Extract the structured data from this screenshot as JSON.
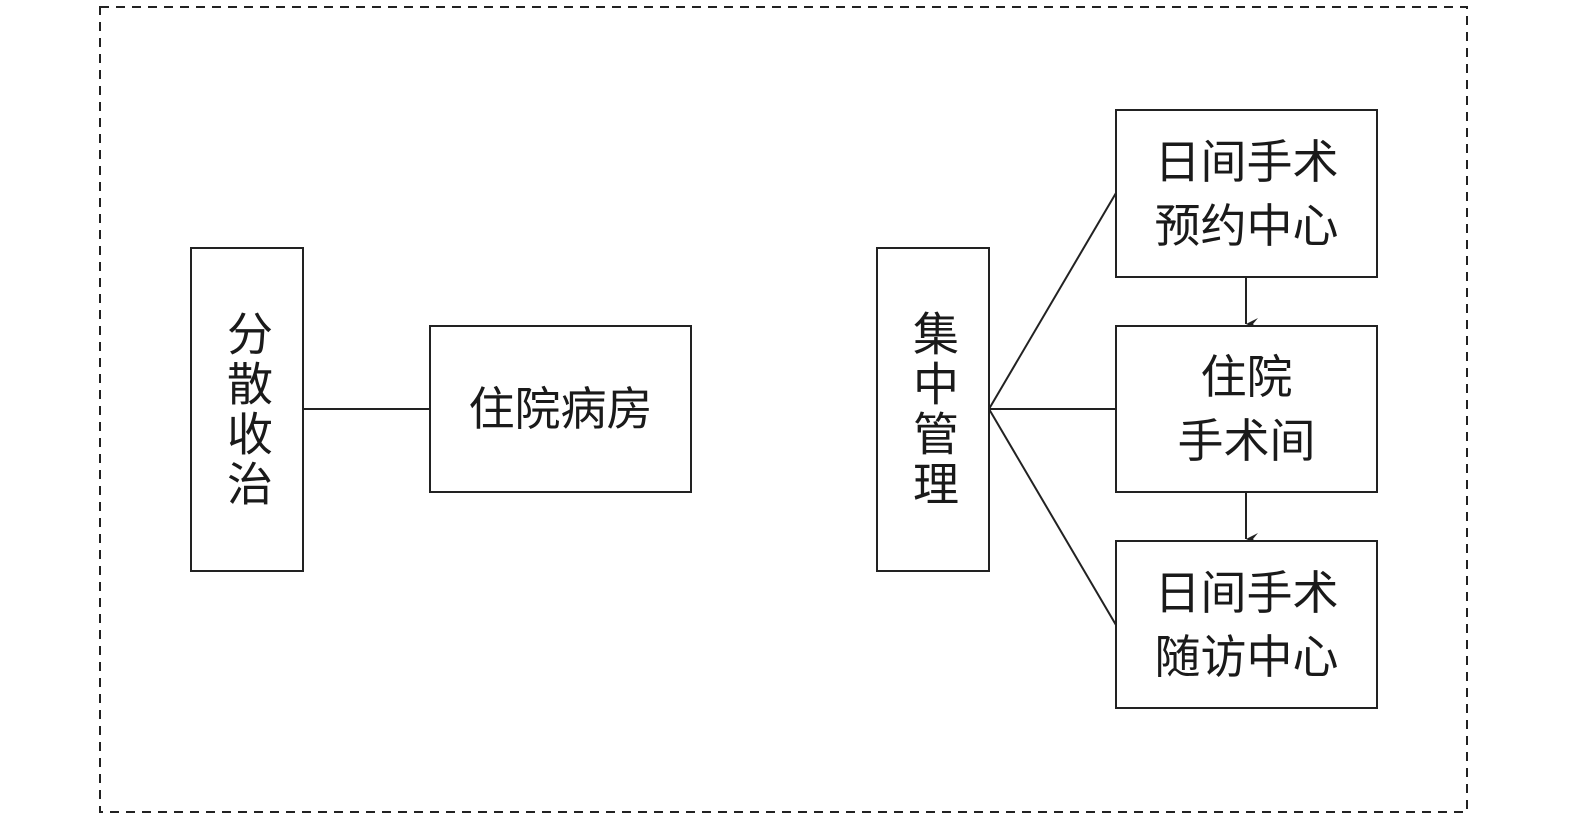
{
  "left_group": {
    "category": "分散收治",
    "target": "住院病房"
  },
  "right_group": {
    "category": "集中管理",
    "nodes": [
      {
        "line1": "日间手术",
        "line2": "预约中心"
      },
      {
        "line1": "住院",
        "line2": "手术间"
      },
      {
        "line1": "日间手术",
        "line2": "随访中心"
      }
    ]
  },
  "colors": {
    "stroke": "#222222",
    "background": "#ffffff"
  }
}
